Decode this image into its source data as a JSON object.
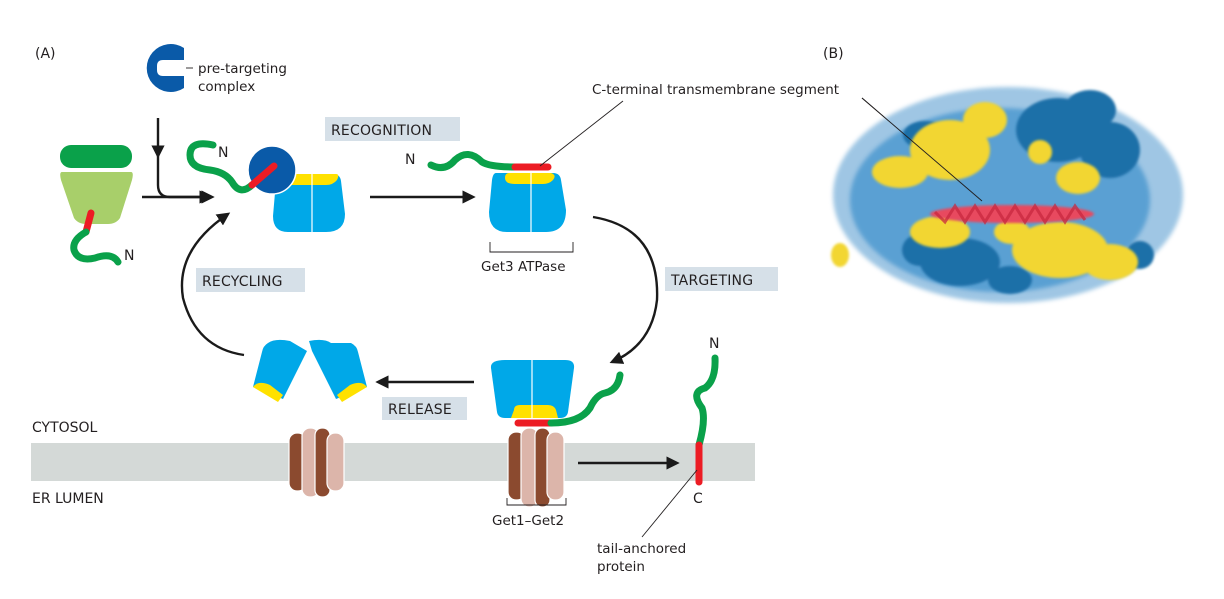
{
  "panels": {
    "a_label": "(A)",
    "b_label": "(B)"
  },
  "labels": {
    "pre_targeting_complex_line1": "pre-targeting",
    "pre_targeting_complex_line2": "complex",
    "n_terminus": "N",
    "c_terminus": "C",
    "get3_atpase": "Get3 ATPase",
    "get1_get2": "Get1–Get2",
    "tail_anchored_line1": "tail-anchored",
    "tail_anchored_line2": "protein",
    "c_terminal_tm_segment": "C-terminal transmembrane segment",
    "cytosol": "CYTOSOL",
    "er_lumen": "ER LUMEN"
  },
  "steps": {
    "recognition": "RECOGNITION",
    "targeting": "TARGETING",
    "release": "RELEASE",
    "recycling": "RECYCLING"
  },
  "colors": {
    "ribosome_large": "#0aa14a",
    "ribosome_small": "#a8cf6a",
    "polypeptide": "#0aa14a",
    "tm_segment": "#ec1c24",
    "get3": "#00a8e8",
    "get3_site": "#ffe100",
    "pretargeting": "#0a5aa8",
    "membrane": "#d4d9d7",
    "get1_dark": "#8b4a2f",
    "get2_light": "#dcb5aa",
    "step_box": "#d6e0e8"
  }
}
